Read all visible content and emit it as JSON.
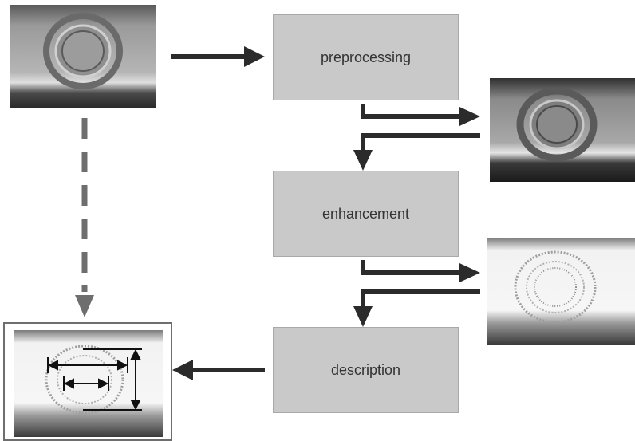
{
  "steps": {
    "preprocessing": "preprocessing",
    "enhancement": "enhancement",
    "description": "description"
  },
  "colors": {
    "box_fill": "#c9c9c9",
    "arrow": "#2b2b2b",
    "dashed_arrow": "#6e6e6e"
  },
  "images": {
    "original": "weld-ring-original-image",
    "preprocessed": "weld-ring-preprocessed-image",
    "enhanced": "weld-ring-enhanced-image",
    "described": "weld-ring-measured-image"
  }
}
